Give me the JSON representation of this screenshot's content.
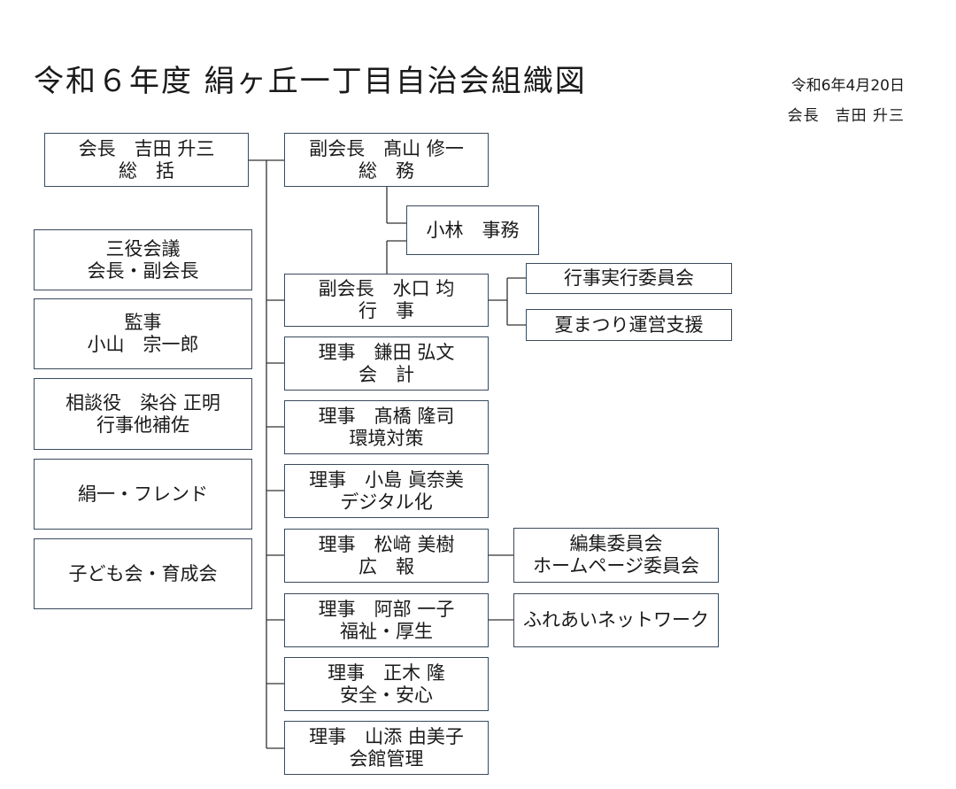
{
  "header": {
    "title": "令和６年度 絹ヶ丘一丁目自治会組織図",
    "date": "令和6年4月20日",
    "author": "会長　吉田 升三"
  },
  "left_column": [
    {
      "line1": "会長　吉田 升三",
      "line2": "総　括"
    },
    {
      "line1": "三役会議",
      "line2": "会長・副会長"
    },
    {
      "line1": "監事",
      "line2": "小山　宗一郎"
    },
    {
      "line1": "相談役　染谷 正明",
      "line2": "行事他補佐"
    },
    {
      "line1": "絹一・フレンド"
    },
    {
      "line1": "子ども会・育成会"
    }
  ],
  "center_column": [
    {
      "line1": "副会長　髙山 修一",
      "line2": "総　務"
    },
    {
      "line1": "小林　事務"
    },
    {
      "line1": "副会長　水口 均",
      "line2": "行　事"
    },
    {
      "line1": "理事　鎌田 弘文",
      "line2": "会　計"
    },
    {
      "line1": "理事　髙橋 隆司",
      "line2": "環境対策"
    },
    {
      "line1": "理事　小島 眞奈美",
      "line2": "デジタル化"
    },
    {
      "line1": "理事　松﨑 美樹",
      "line2": "広　報"
    },
    {
      "line1": "理事　阿部 一子",
      "line2": "福祉・厚生"
    },
    {
      "line1": "理事　正木 隆",
      "line2": "安全・安心"
    },
    {
      "line1": "理事　山添 由美子",
      "line2": "会館管理"
    }
  ],
  "right_column": [
    {
      "line1": "行事実行委員会"
    },
    {
      "line1": "夏まつり運営支援"
    },
    {
      "line1": "編集委員会",
      "line2": "ホームページ委員会"
    },
    {
      "line1": "ふれあいネットワーク"
    }
  ],
  "colors": {
    "border": "#3a4a5c",
    "line": "#333333",
    "text": "#1a1a1a"
  }
}
